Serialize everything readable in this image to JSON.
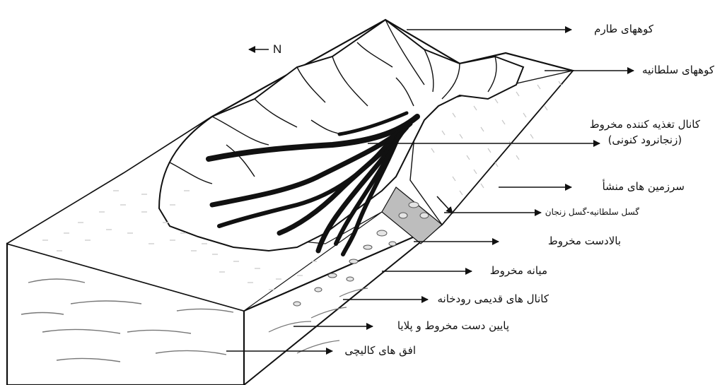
{
  "north": {
    "arrow": "←",
    "letter": "N"
  },
  "labels": {
    "taram_mountains": "کوههای طارم",
    "soltaniyeh_mountains": "کوههای سلطانیه",
    "feeder_channel_line1": "کانال تغذیه کننده مخروط",
    "feeder_channel_line2": "(زنجانرود کنونی)",
    "source_lands": "سرزمین های منشأ",
    "fault": "گسل سلطانیه-گسل زنجان",
    "upper_fan": "بالادست مخروط",
    "middle_fan": "میانه مخروط",
    "old_channels": "کانال های قدیمی رودخانه",
    "lower_fan_playa": "پایین دست مخروط و پلایا",
    "caliche_horizons": "افق های کالیچی"
  },
  "colors": {
    "ink": "#111111",
    "stipple": "#d2d2d2",
    "fault_zone": "#bdbdbd"
  }
}
